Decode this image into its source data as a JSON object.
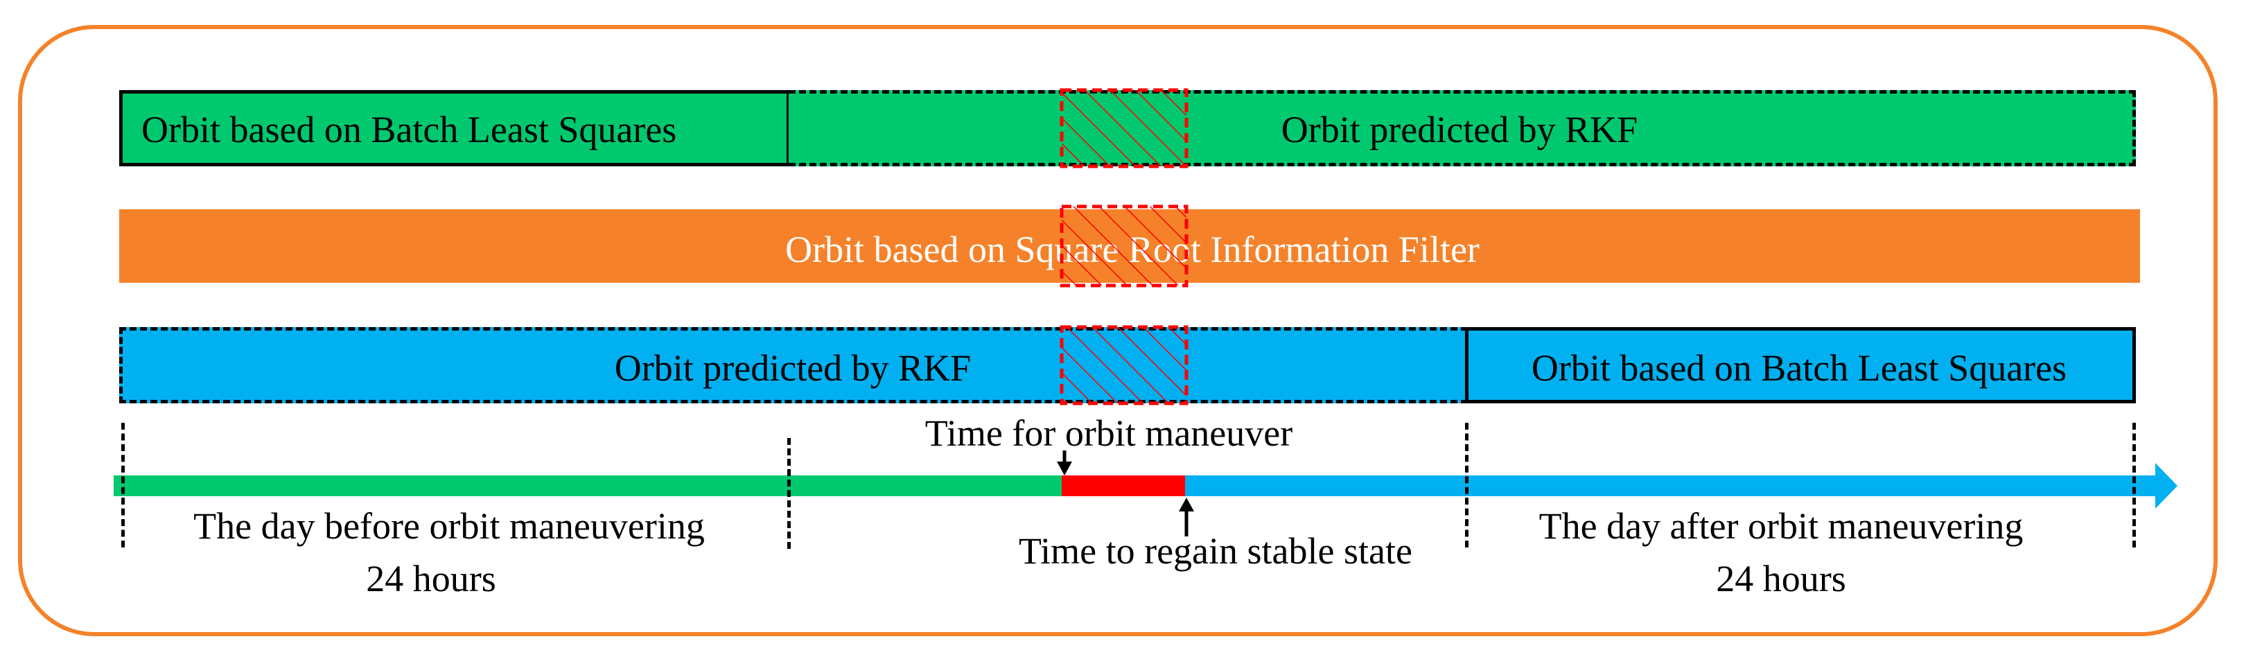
{
  "diagram": {
    "row1": {
      "left_label": "Orbit based on  Batch Least Squares",
      "right_label": "Orbit predicted by RKF",
      "color": "#00c86e"
    },
    "row2": {
      "label": "Orbit based on  Square Root Information Filter",
      "color": "#f5822a"
    },
    "row3": {
      "left_label": "Orbit predicted by RKF",
      "right_label": "Orbit based on  Batch Least Squares",
      "color": "#00b0f0"
    },
    "maneuver_hatch_color": "#ff0000",
    "timeline": {
      "maneuver_label": "Time for orbit maneuver",
      "regain_label": "Time to regain stable state",
      "before_day_line1": "The day before orbit maneuvering",
      "before_day_line2": "24 hours",
      "after_day_line1": "The day after orbit maneuvering",
      "after_day_line2": "24 hours",
      "colors": {
        "before": "#00c86e",
        "maneuver": "#ff0000",
        "after": "#00b0f0"
      }
    }
  }
}
